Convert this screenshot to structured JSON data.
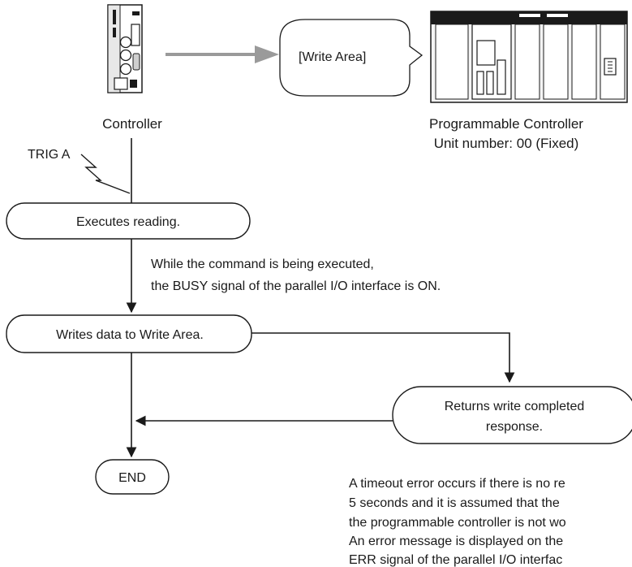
{
  "devices": {
    "controller_label": "Controller",
    "plc_label_line1": "Programmable Controller",
    "plc_label_line2": "Unit number: 00 (Fixed)"
  },
  "callout": {
    "text": "[Write Area]"
  },
  "trigger": {
    "label": "TRIG A"
  },
  "flow": {
    "executes_reading": "Executes reading.",
    "busy_note_line1": "While the command is being executed,",
    "busy_note_line2": "the BUSY signal of the parallel I/O interface is ON.",
    "writes_data": "Writes data to Write Area.",
    "returns_line1": "Returns write completed",
    "returns_line2": "response.",
    "end": "END"
  },
  "timeout_note": {
    "line1": "A timeout error occurs if there is no re",
    "line2": "5 seconds and it is assumed that the",
    "line3": "the programmable controller is not wo",
    "line4": "An error message is displayed on the",
    "line5": "ERR signal of the parallel I/O interfac"
  }
}
